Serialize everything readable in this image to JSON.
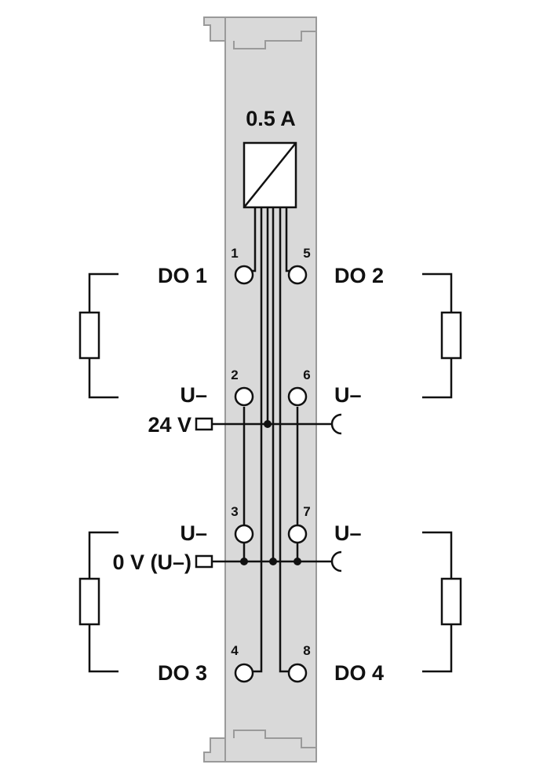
{
  "module": {
    "fuse_label": "0.5 A",
    "colors": {
      "housing": "#d9d9d9",
      "housing_edge": "#9a9a9a",
      "line": "#111111"
    }
  },
  "outputs": {
    "do1": "DO 1",
    "do2": "DO 2",
    "do3": "DO 3",
    "do4": "DO 4"
  },
  "supply": {
    "plus_24v": "24 V",
    "zero_v": "0 V (U–)",
    "u_minus": "U–"
  },
  "pins": {
    "p1": "1",
    "p2": "2",
    "p3": "3",
    "p4": "4",
    "p5": "5",
    "p6": "6",
    "p7": "7",
    "p8": "8"
  }
}
